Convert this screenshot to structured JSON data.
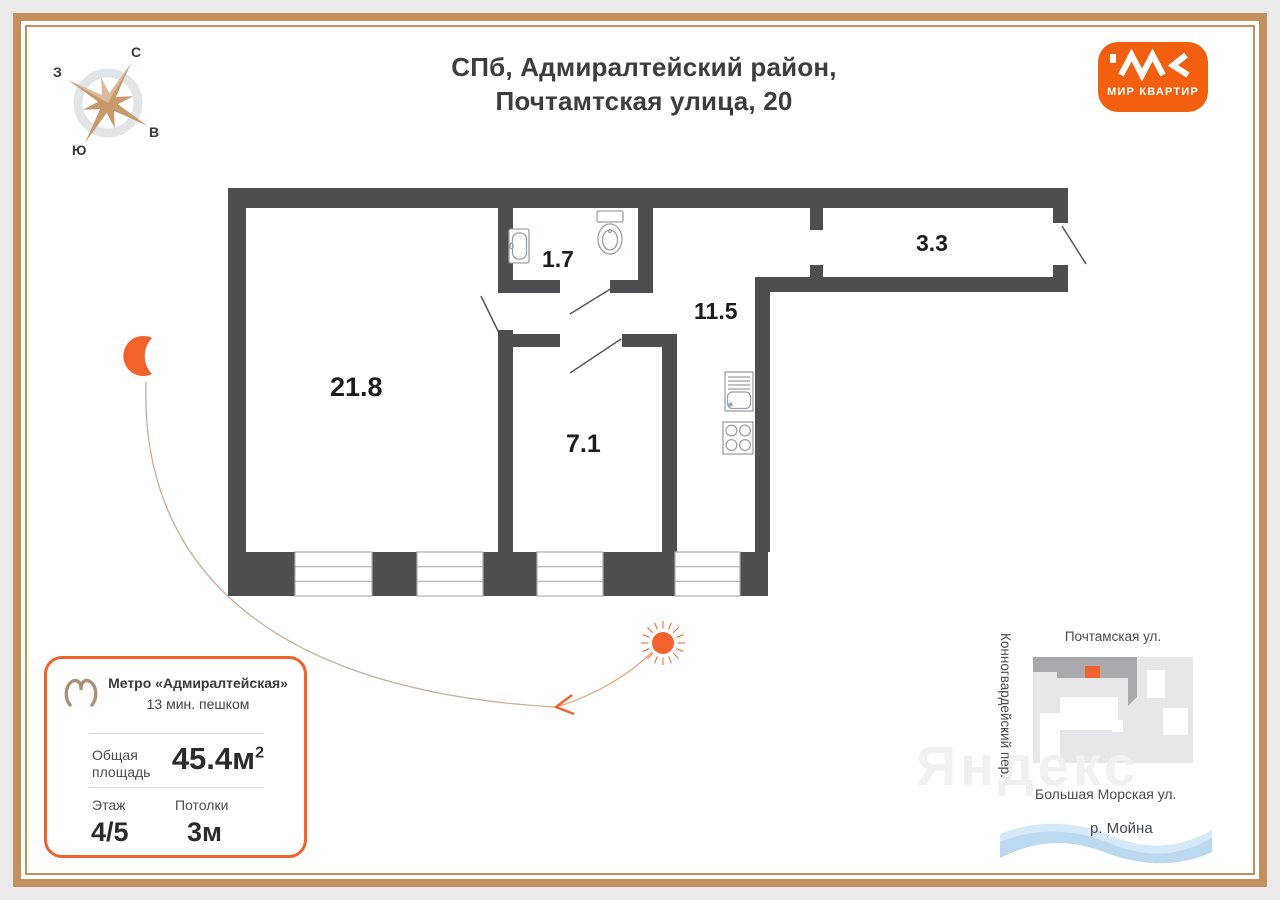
{
  "header": {
    "title_line1": "СПб, Адмиралтейский район,",
    "title_line2": "Почтамтская улица, 20"
  },
  "brand": {
    "name": "МИР КВАРТИР"
  },
  "compass": {
    "north": "С",
    "south": "Ю",
    "west": "З",
    "east": "В"
  },
  "plan": {
    "living_area": "21.8",
    "bathroom_area": "1.7",
    "hallway_area": "11.5",
    "corridor_area": "3.3",
    "bedroom_area": "7.1"
  },
  "card": {
    "station": "Метро «Адмиралтейская»",
    "walk": "13 мин. пешком",
    "area_label_1": "Общая",
    "area_label_2": "площадь",
    "area_value": "45.4м",
    "area_sup": "2",
    "floor_label": "Этаж",
    "floor_value": "4/5",
    "ceiling_label": "Потолки",
    "ceiling_value": "3м"
  },
  "minimap": {
    "street_top": "Почтамская ул.",
    "street_left": "Конногвардейский пер.",
    "street_bottom": "Большая Морская ул.",
    "river": "р. Мойна",
    "watermark": "Яндекс"
  },
  "colors": {
    "accent_orange": "#F2622D",
    "brand_orange": "#F2600F",
    "wall_gray": "#4E4E50",
    "frame_tan": "#C4905E",
    "compass_tan": "#C9996B",
    "map_building_dark": "#A9A9AE",
    "map_building_light": "#E7E7EA",
    "river_blue": "#BCD9EF"
  }
}
